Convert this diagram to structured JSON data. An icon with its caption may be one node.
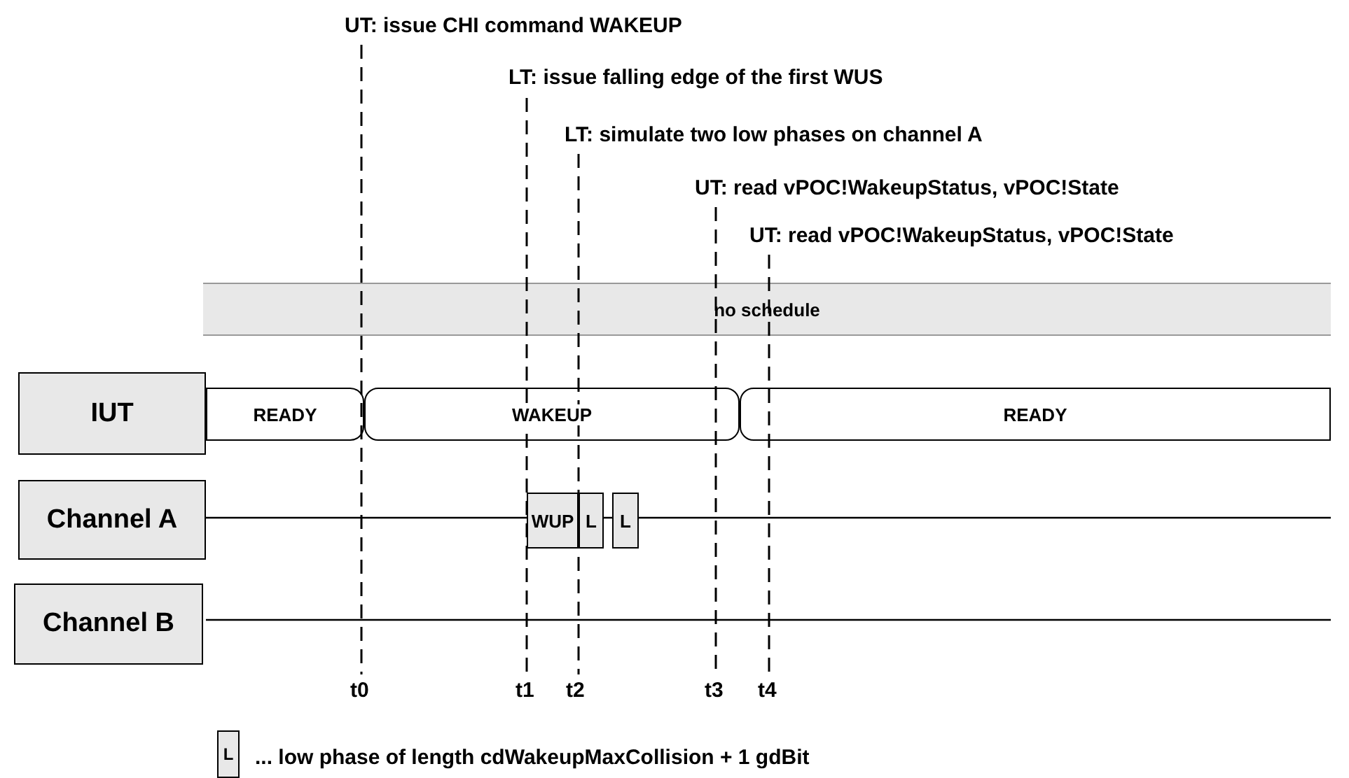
{
  "diagram": {
    "nodes": [
      {
        "text": [
          "no schedule"
        ]
      },
      {
        "text": [
          "IUT"
        ]
      },
      {
        "text": [
          "READY"
        ]
      },
      {
        "text": [
          "WAKEUP"
        ]
      },
      {
        "text": [
          "READY"
        ]
      },
      {
        "text": [
          "Channel A"
        ]
      },
      {
        "text": [
          "WUP"
        ]
      },
      {
        "text": [
          "L"
        ]
      },
      {
        "text": [
          "L"
        ]
      },
      {
        "text": [
          "Channel B"
        ]
      }
    ],
    "labels": [
      "UT: issue CHI command WAKEUP",
      "LT: issue falling edge of the first WUS",
      "LT: simulate two low phases on channel A",
      "UT: read vPOC!WakeupStatus, vPOC!State",
      "UT: read vPOC!WakeupStatus, vPOC!State",
      "t0",
      "t1",
      "t2",
      "t3",
      "t4",
      "L"
    ],
    "legend": [
      {
        "text": "... low phase of length cdWakeupMaxCollision + 1 gdBit"
      }
    ]
  }
}
